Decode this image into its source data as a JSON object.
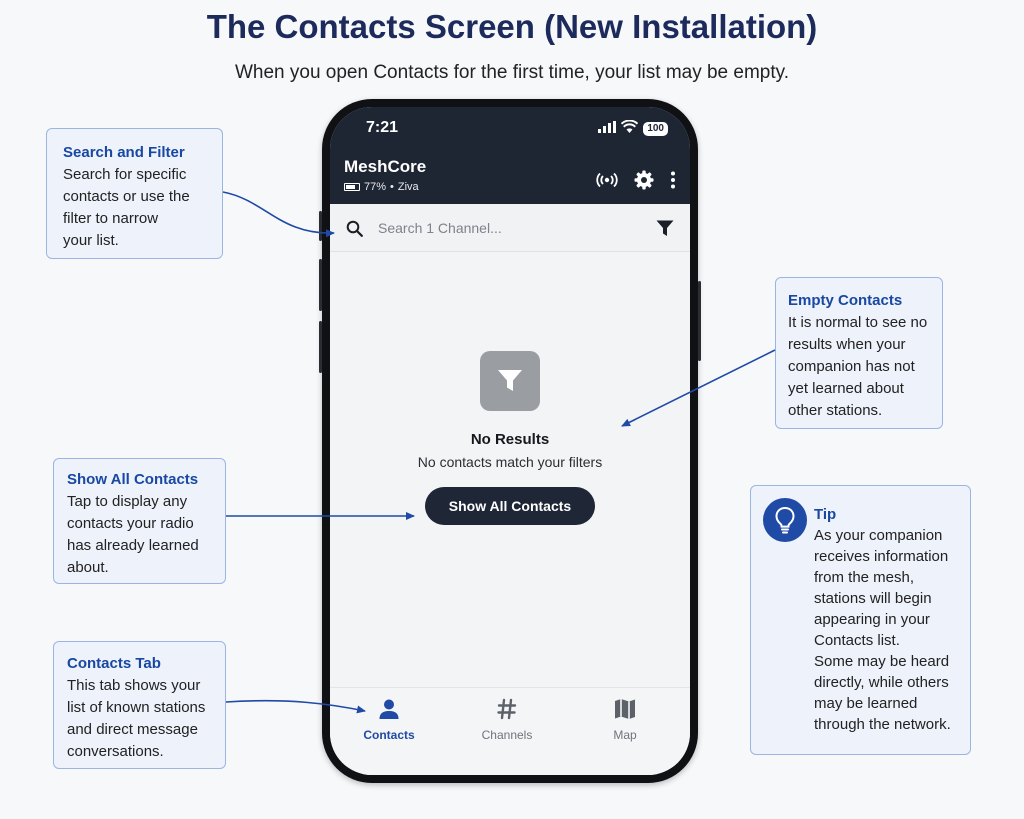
{
  "page": {
    "title": "The Contacts Screen (New Installation)",
    "subtitle": "When you open Contacts for the first time, your list may be empty."
  },
  "status_bar": {
    "time": "7:21",
    "battery": "100"
  },
  "app_bar": {
    "app_name": "MeshCore",
    "battery_percent": "77%",
    "separator": "•",
    "device_name": "Ziva"
  },
  "search": {
    "placeholder": "Search 1 Channel...",
    "value": ""
  },
  "empty_state": {
    "title": "No Results",
    "message": "No contacts match your filters",
    "button_label": "Show All Contacts"
  },
  "bottom_nav": {
    "items": [
      {
        "label": "Contacts",
        "icon": "person-icon",
        "active": true
      },
      {
        "label": "Channels",
        "icon": "hash-icon",
        "active": false
      },
      {
        "label": "Map",
        "icon": "map-icon",
        "active": false
      }
    ]
  },
  "callouts": {
    "search_filter": {
      "title": "Search and Filter",
      "lines": [
        "Search for specific",
        "contacts or use the",
        "filter to narrow",
        "your list."
      ]
    },
    "empty_contacts": {
      "title": "Empty Contacts",
      "lines": [
        "It is normal to see no",
        "results when your",
        "companion has not",
        "yet learned about",
        "other stations."
      ]
    },
    "show_all": {
      "title": "Show All Contacts",
      "lines": [
        "Tap to display any",
        "contacts your radio",
        "has already learned",
        "about."
      ]
    },
    "tip": {
      "title": "Tip",
      "lines": [
        "As your companion",
        "receives information",
        "from the mesh,",
        "stations will begin",
        "appearing in your",
        "Contacts list.",
        "Some may be heard",
        "directly, while others",
        "may be learned",
        "through the network."
      ]
    },
    "contacts_tab": {
      "title": "Contacts Tab",
      "lines": [
        "This tab shows your",
        "list of known stations",
        "and direct message",
        "conversations."
      ]
    }
  },
  "colors": {
    "title_navy": "#1c2a5c",
    "app_bar": "#1e2533",
    "accent_blue": "#1f4aa5",
    "callout_bg": "#eef2fb",
    "callout_border": "#9db4e3"
  }
}
